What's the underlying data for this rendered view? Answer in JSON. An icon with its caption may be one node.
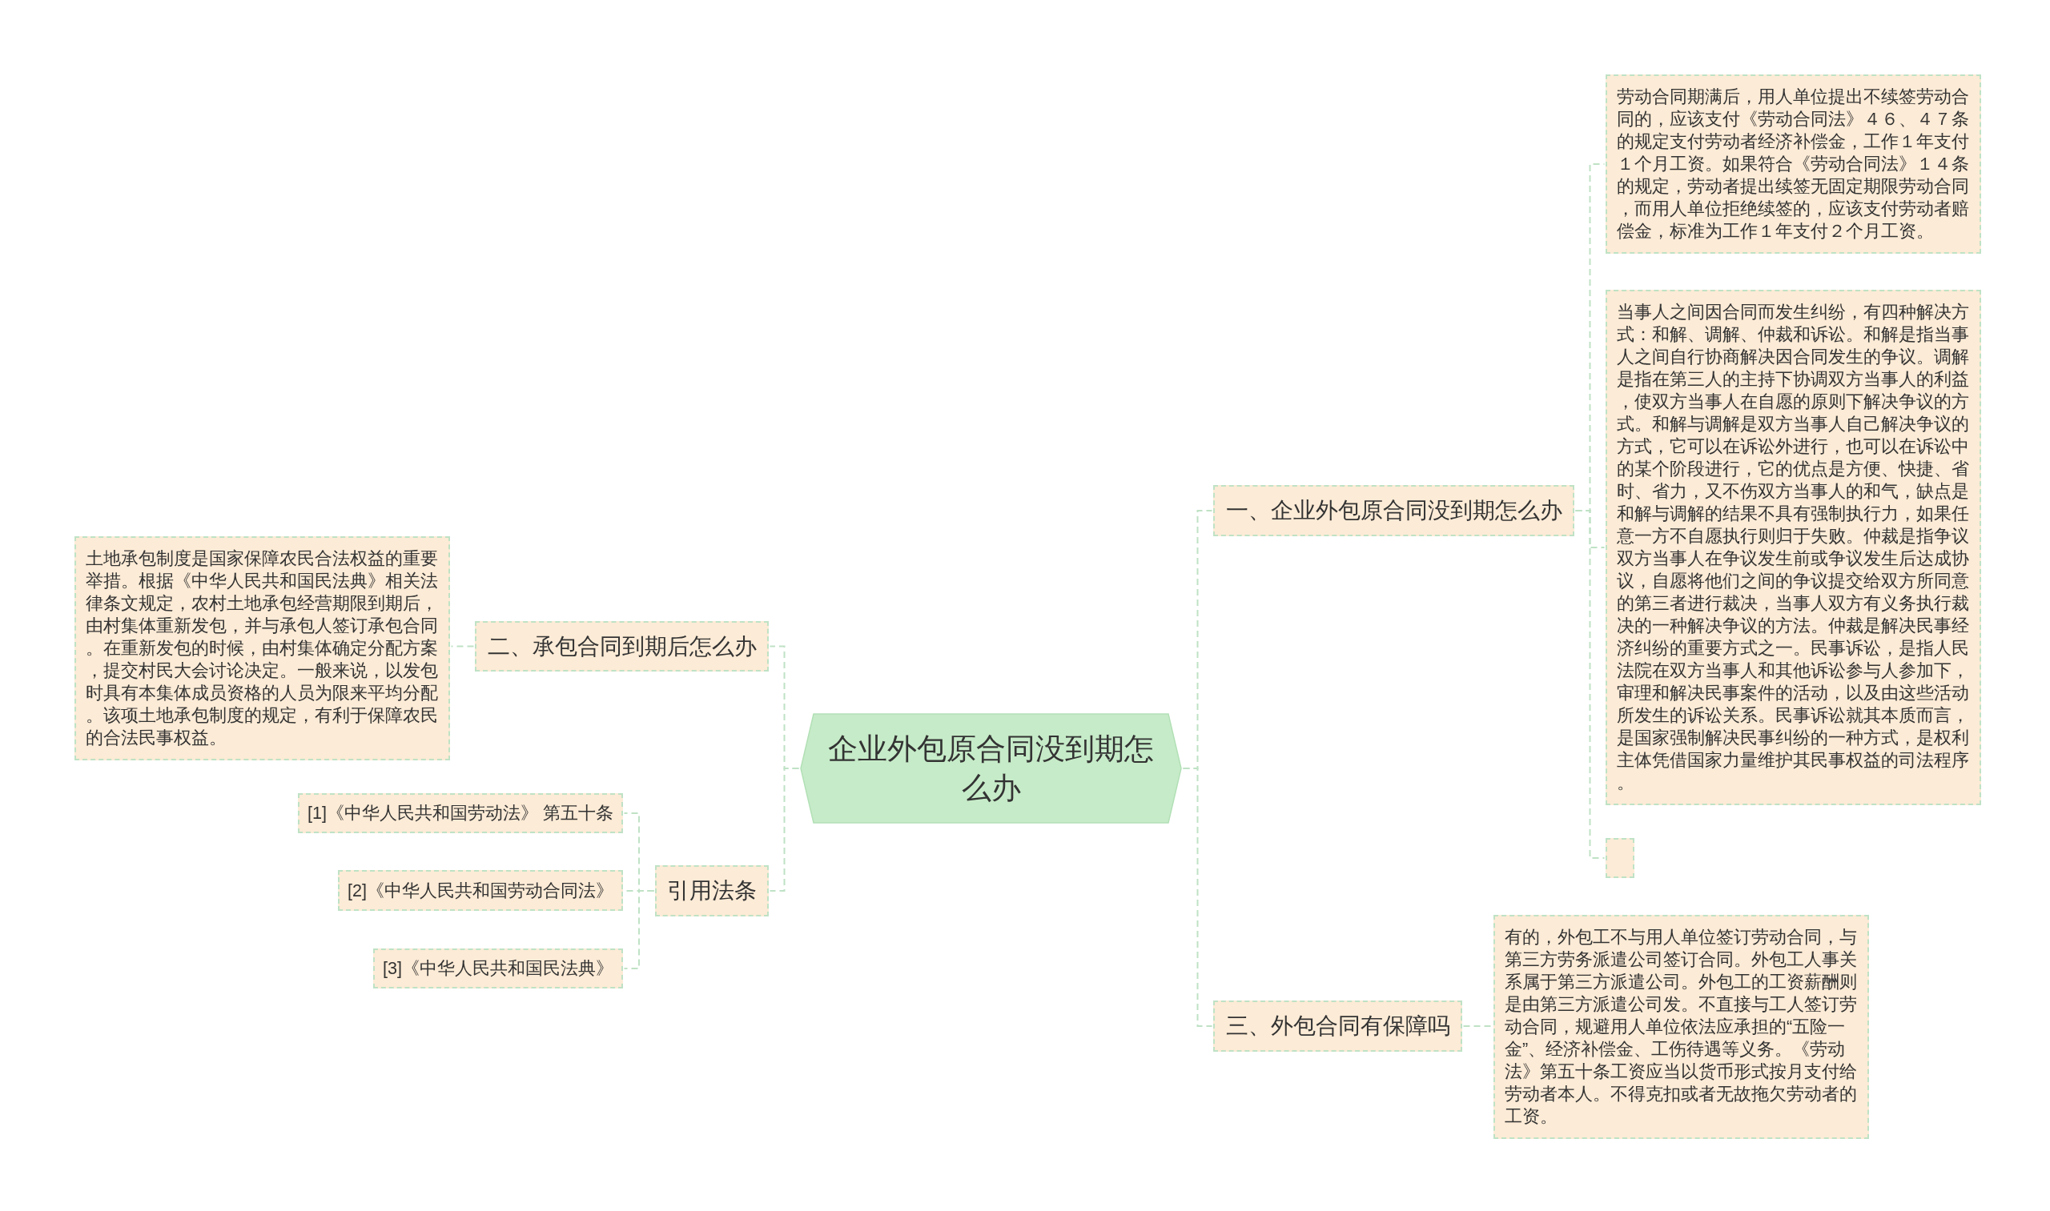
{
  "diagram": {
    "nodes": [
      {
        "text": [
          "企业外包原合同没到期怎么办"
        ]
      },
      {
        "text": [
          "一、企业外包原合同没到期怎么办"
        ]
      },
      {
        "text": [
          "劳动合同期满后，用人单位提出不续签劳动合同的，应该支付《劳动合同法》４６、４７条的规定支付劳动者经济补偿金，工作１年支付１个月工资。如果符合《劳动合同法》１４条的规定，劳动者提出续签无固定期限劳动合同，而用人单位拒绝续签的，应该支付劳动者赔偿金，标准为工作１年支付２个月工资。"
        ]
      },
      {
        "text": [
          "当事人之间因合同而发生纠纷，有四种解决方式：和解、调解、仲裁和诉讼。和解是指当事人之间自行协商解决因合同发生的争议。调解是指在第三人的主持下协调双方当事人的利益，使双方当事人在自愿的原则下解决争议的方式。和解与调解是双方当事人自己解决争议的方式，它可以在诉讼外进行，也可以在诉讼中的某个阶段进行，它的优点是方便、快捷、省时、省力，又不伤双方当事人的和气，缺点是和解与调解的结果不具有强制执行力，如果任意一方不自愿执行则归于失败。仲裁是指争议双方当事人在争议发生前或争议发生后达成协议，自愿将他们之间的争议提交给双方所同意的第三者进行裁决，当事人双方有义务执行裁决的一种解决争议的方法。仲裁是解决民事经济纠纷的重要方式之一。民事诉讼，是指人民法院在双方当事人和其他诉讼参与人参加下，审理和解决民事案件的活动，以及由这些活动所发生的诉讼关系。民事诉讼就其本质而言，是国家强制解决民事纠纷的一种方式，是权利主体凭借国家力量维护其民事权益的司法程序。"
        ]
      },
      {
        "text": [],
        "shape": "box"
      },
      {
        "text": [
          "二、承包合同到期后怎么办"
        ]
      },
      {
        "text": [
          "土地承包制度是国家保障农民合法权益的重要举措。根据《中华人民共和国民法典》相关法律条文规定，农村土地承包经营期限到期后，由村集体重新发包，并与承包人签订承包合同。在重新发包的时候，由村集体确定分配方案，提交村民大会讨论决定。一般来说，以发包时具有本集体成员资格的人员为限来平均分配。该项土地承包制度的规定，有利于保障农民的合法民事权益。"
        ]
      },
      {
        "text": [
          "引用法条"
        ]
      },
      {
        "text": [
          "[1]《中华人民共和国劳动法》 第五十条"
        ]
      },
      {
        "text": [
          "[2]《中华人民共和国劳动合同法》"
        ]
      },
      {
        "text": [
          "[3]《中华人民共和国民法典》"
        ]
      },
      {
        "text": [
          "三、外包合同有保障吗"
        ]
      },
      {
        "text": [
          "有的，外包工不与用人单位签订劳动合同，与第三方劳务派遣公司签订合同。外包工人事关系属于第三方派遣公司。外包工的工资薪酬则是由第三方派遣公司发。不直接与工人签订劳动合同，规避用人单位依法应承担的“五险一金”、经济补偿金、工伤待遇等义务。《劳动法》第五十条工资应当以货币形式按月支付给劳动者本人。不得克扣或者无故拖欠劳动者的工资。"
        ]
      }
    ],
    "edges": [
      {
        "from": 0,
        "to": 1,
        "arrow": "none"
      },
      {
        "from": 1,
        "to": 2,
        "arrow": "none"
      },
      {
        "from": 1,
        "to": 3,
        "arrow": "none"
      },
      {
        "from": 1,
        "to": 4,
        "arrow": "none"
      },
      {
        "from": 0,
        "to": 5,
        "arrow": "none"
      },
      {
        "from": 5,
        "to": 6,
        "arrow": "none"
      },
      {
        "from": 0,
        "to": 7,
        "arrow": "none"
      },
      {
        "from": 7,
        "to": 8,
        "arrow": "none"
      },
      {
        "from": 7,
        "to": 9,
        "arrow": "none"
      },
      {
        "from": 7,
        "to": 10,
        "arrow": "none"
      },
      {
        "from": 0,
        "to": 11,
        "arrow": "none"
      },
      {
        "from": 11,
        "to": 12,
        "arrow": "none"
      }
    ]
  }
}
